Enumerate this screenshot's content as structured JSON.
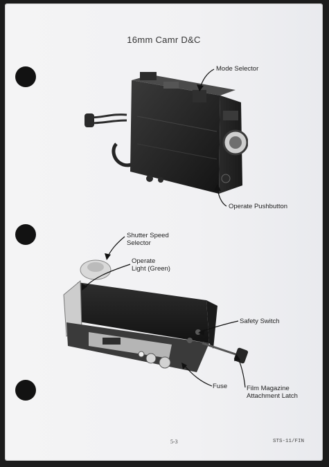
{
  "page": {
    "title": "16mm Camr D&C",
    "page_number": "5-3",
    "doc_code": "STS-11/FIN"
  },
  "figures": {
    "top_camera": {
      "labels": {
        "mode_selector": "Mode Selector",
        "operate_pushbutton": "Operate Pushbutton"
      }
    },
    "bottom_camera": {
      "labels": {
        "shutter_speed_selector": [
          "Shutter Speed",
          "Selector"
        ],
        "operate_light": [
          "Operate",
          "Light (Green)"
        ],
        "safety_switch": "Safety Switch",
        "fuse": "Fuse",
        "film_magazine_latch": [
          "Film Magazine",
          "Attachment Latch"
        ]
      }
    }
  }
}
